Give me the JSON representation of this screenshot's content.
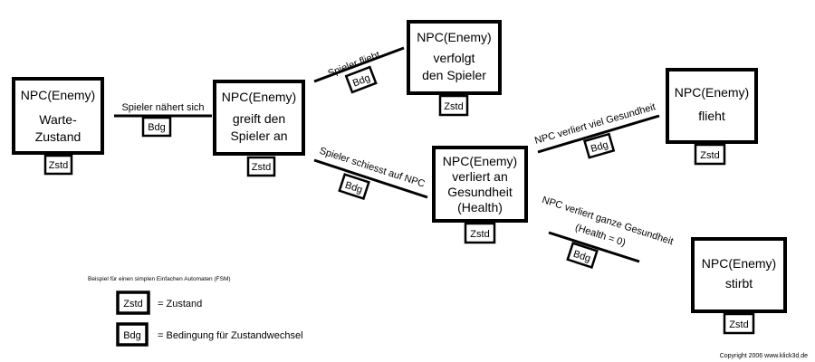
{
  "states": {
    "idle": {
      "line1": "NPC(Enemy)",
      "line2": "Warte-",
      "line3": "Zustand",
      "tag": "Zstd"
    },
    "attack": {
      "line1": "NPC(Enemy)",
      "line2": "greift den",
      "line3": "Spieler an",
      "tag": "Zstd"
    },
    "chase": {
      "line1": "NPC(Enemy)",
      "line2": "verfolgt",
      "line3": "den Spieler",
      "tag": "Zstd"
    },
    "damaged": {
      "line1": "NPC(Enemy)",
      "line2": "verliert an",
      "line3": "Gesundheit",
      "line4": "(Health)",
      "tag": "Zstd"
    },
    "flee": {
      "line1": "NPC(Enemy)",
      "line2": "flieht",
      "tag": "Zstd"
    },
    "dies": {
      "line1": "NPC(Enemy)",
      "line2": "stirbt",
      "tag": "Zstd"
    }
  },
  "transitions": {
    "approach": {
      "label": "Spieler nähert sich",
      "tag": "Bdg"
    },
    "player_flees": {
      "label": "Spieler flieht",
      "tag": "Bdg"
    },
    "player_shoots": {
      "label": "Spieler schiesst auf NPC",
      "tag": "Bdg"
    },
    "lose_much": {
      "label": "NPC verliert viel Gesundheit",
      "tag": "Bdg"
    },
    "lose_all": {
      "label": "NPC verliert ganze Gesundheit",
      "label2": "(Health = 0)",
      "tag": "Bdg"
    }
  },
  "legend": {
    "title": "Beispiel für einen simplen Einfachen Automaten (FSM)",
    "state_tag": "Zstd",
    "state_desc": "= Zustand",
    "cond_tag": "Bdg",
    "cond_desc": "= Bedingung für Zustandwechsel"
  },
  "copyright": "Copyright 2006  www.klick3d.de"
}
